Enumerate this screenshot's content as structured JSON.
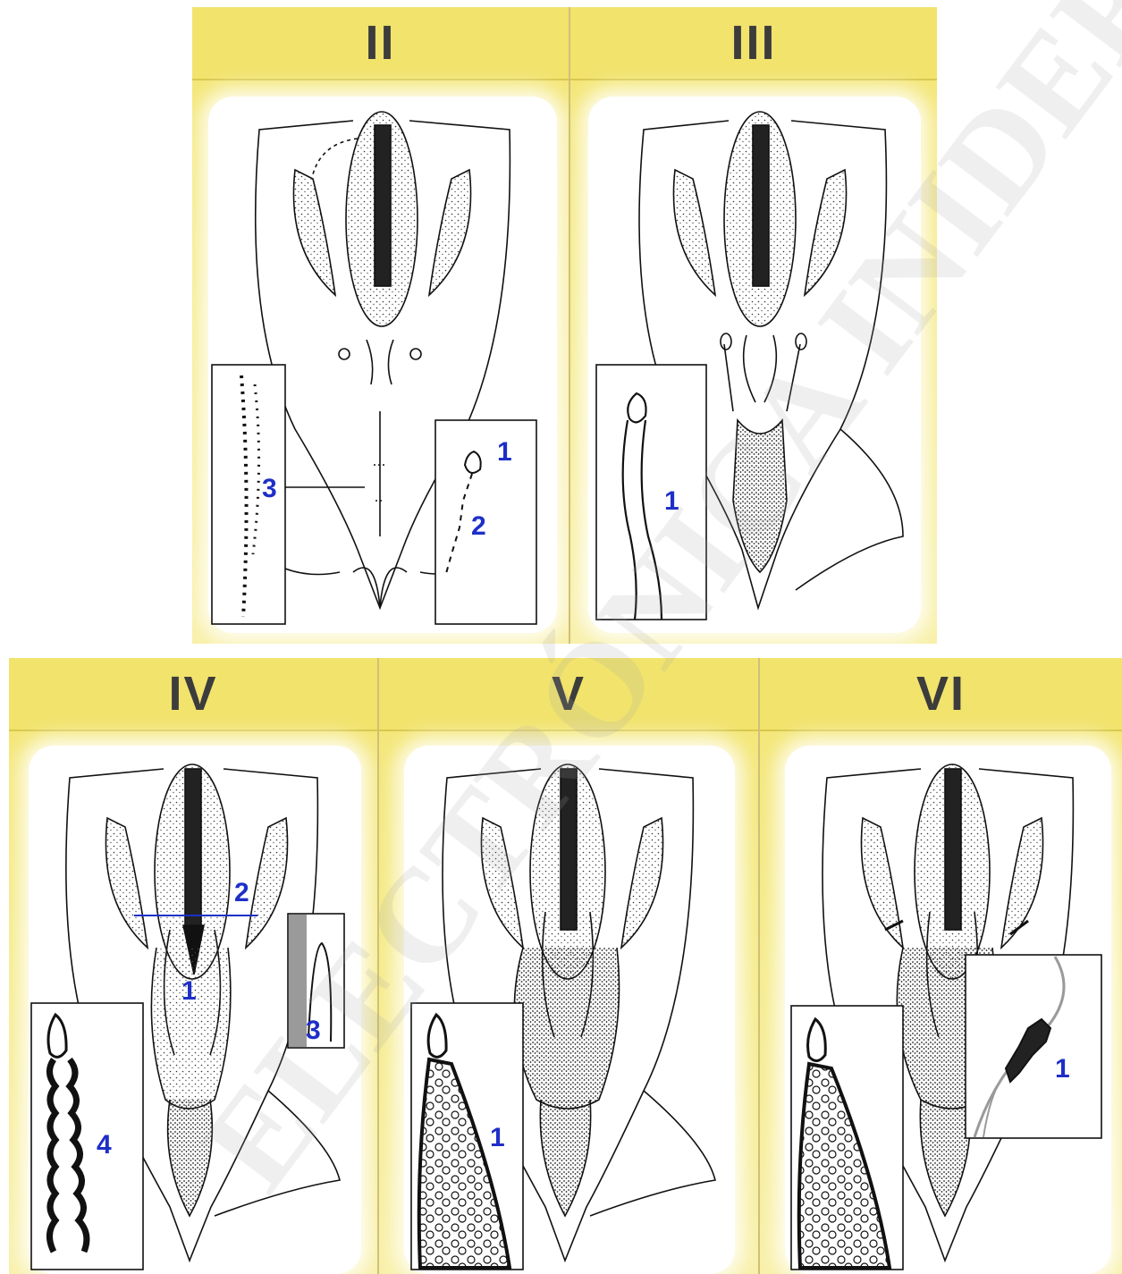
{
  "panels": [
    {
      "id": "II",
      "header": "II"
    },
    {
      "id": "III",
      "header": "III"
    },
    {
      "id": "IV",
      "header": "IV"
    },
    {
      "id": "V",
      "header": "V"
    },
    {
      "id": "VI",
      "header": "VI"
    }
  ],
  "labels": {
    "ii_1": "1",
    "ii_2": "2",
    "ii_3": "3",
    "iii_1": "1",
    "iv_1": "1",
    "iv_2": "2",
    "iv_3": "3",
    "iv_4": "4",
    "v_1": "1",
    "vi_1": "1"
  },
  "watermark": "ELECTRÓNICA INIDEP",
  "colors": {
    "header": "#f1e36c",
    "panel": "#f5ea85",
    "label": "#1e2fc8",
    "ink": "#111111"
  }
}
